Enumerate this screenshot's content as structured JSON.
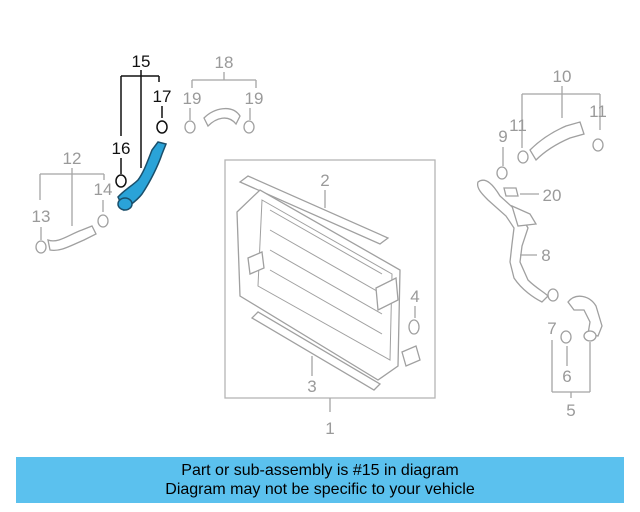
{
  "diagram": {
    "highlight_color": "#2aa3d8",
    "callouts": {
      "n1": "1",
      "n2": "2",
      "n3": "3",
      "n4": "4",
      "n5": "5",
      "n6": "6",
      "n7": "7",
      "n8": "8",
      "n9": "9",
      "n10": "10",
      "n11a": "11",
      "n11b": "11",
      "n12": "12",
      "n13": "13",
      "n14": "14",
      "n15": "15",
      "n16": "16",
      "n17": "17",
      "n18": "18",
      "n19a": "19",
      "n19b": "19",
      "n20": "20"
    }
  },
  "banner": {
    "color": "#5bc1ee",
    "line1": "Part or sub-assembly is #15 in diagram",
    "line2": "Diagram may not be specific to your vehicle"
  }
}
